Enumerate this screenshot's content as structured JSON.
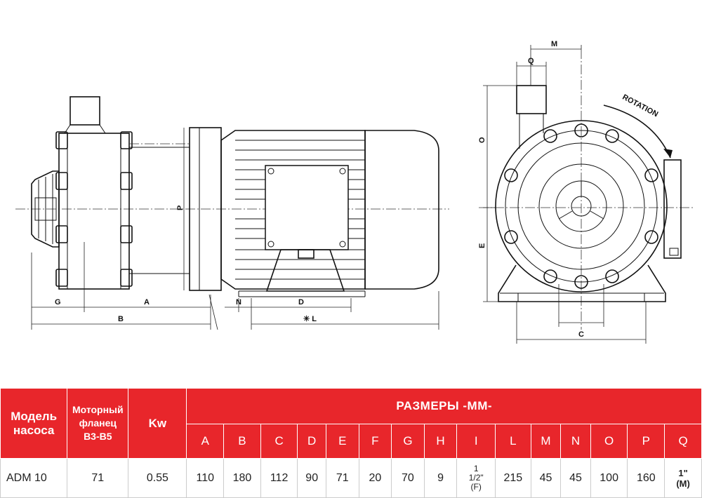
{
  "drawing": {
    "side_labels": {
      "G": "G",
      "A": "A",
      "B": "B",
      "N": "N",
      "D": "D",
      "L": "✳ L",
      "P": "P"
    },
    "front_labels": {
      "M": "M",
      "Q": "Q",
      "O": "O",
      "E": "E",
      "C": "C",
      "rotation": "ROTATION"
    }
  },
  "table": {
    "model_header": [
      "Модель",
      "насоса"
    ],
    "flange_header": [
      "Моторный",
      "фланец",
      "B3-B5"
    ],
    "kw_header": "Kw",
    "dims_header": "РАЗМЕРЫ -ММ-",
    "dim_letters": [
      "A",
      "B",
      "C",
      "D",
      "E",
      "F",
      "G",
      "H",
      "I",
      "L",
      "M",
      "N",
      "O",
      "P",
      "Q"
    ],
    "row": {
      "model": "ADM 10",
      "flange": "71",
      "kw": "0.55",
      "values": [
        "110",
        "180",
        "112",
        "90",
        "71",
        "20",
        "70",
        "9",
        "",
        "215",
        "45",
        "45",
        "100",
        "160",
        ""
      ],
      "i_value": [
        "1",
        "1/2\"",
        "(F)"
      ],
      "q_value": [
        "1\"",
        "(M)"
      ]
    }
  }
}
